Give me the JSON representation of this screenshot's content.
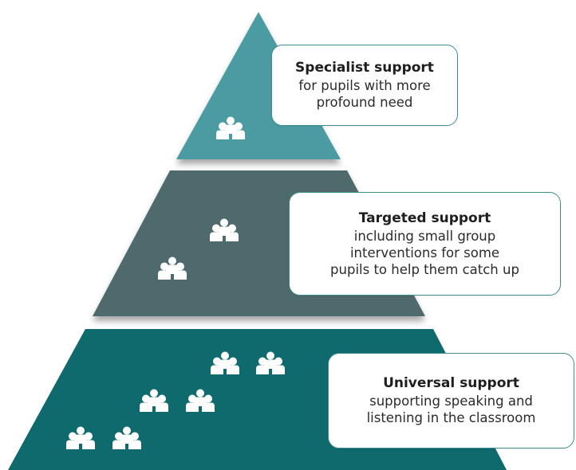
{
  "tiers": [
    {
      "id": "specialist",
      "title": "Specialist support",
      "lines": [
        "for pupils with more",
        "profound need"
      ],
      "color": "#4b9ca2",
      "people_groups": 1
    },
    {
      "id": "targeted",
      "title": "Targeted support",
      "lines": [
        "including small group",
        "interventions for some",
        "pupils to help them catch up"
      ],
      "color": "#506a6c",
      "people_groups": 2
    },
    {
      "id": "universal",
      "title": "Universal support",
      "lines": [
        "supporting speaking and",
        "listening in the classroom"
      ],
      "color": "#0f6a6d",
      "people_groups": 6
    }
  ],
  "colors": {
    "callout_border": "#3f8f92",
    "icon_fill": "#ffffff"
  },
  "icons": {
    "people_group": "people-group-icon"
  }
}
